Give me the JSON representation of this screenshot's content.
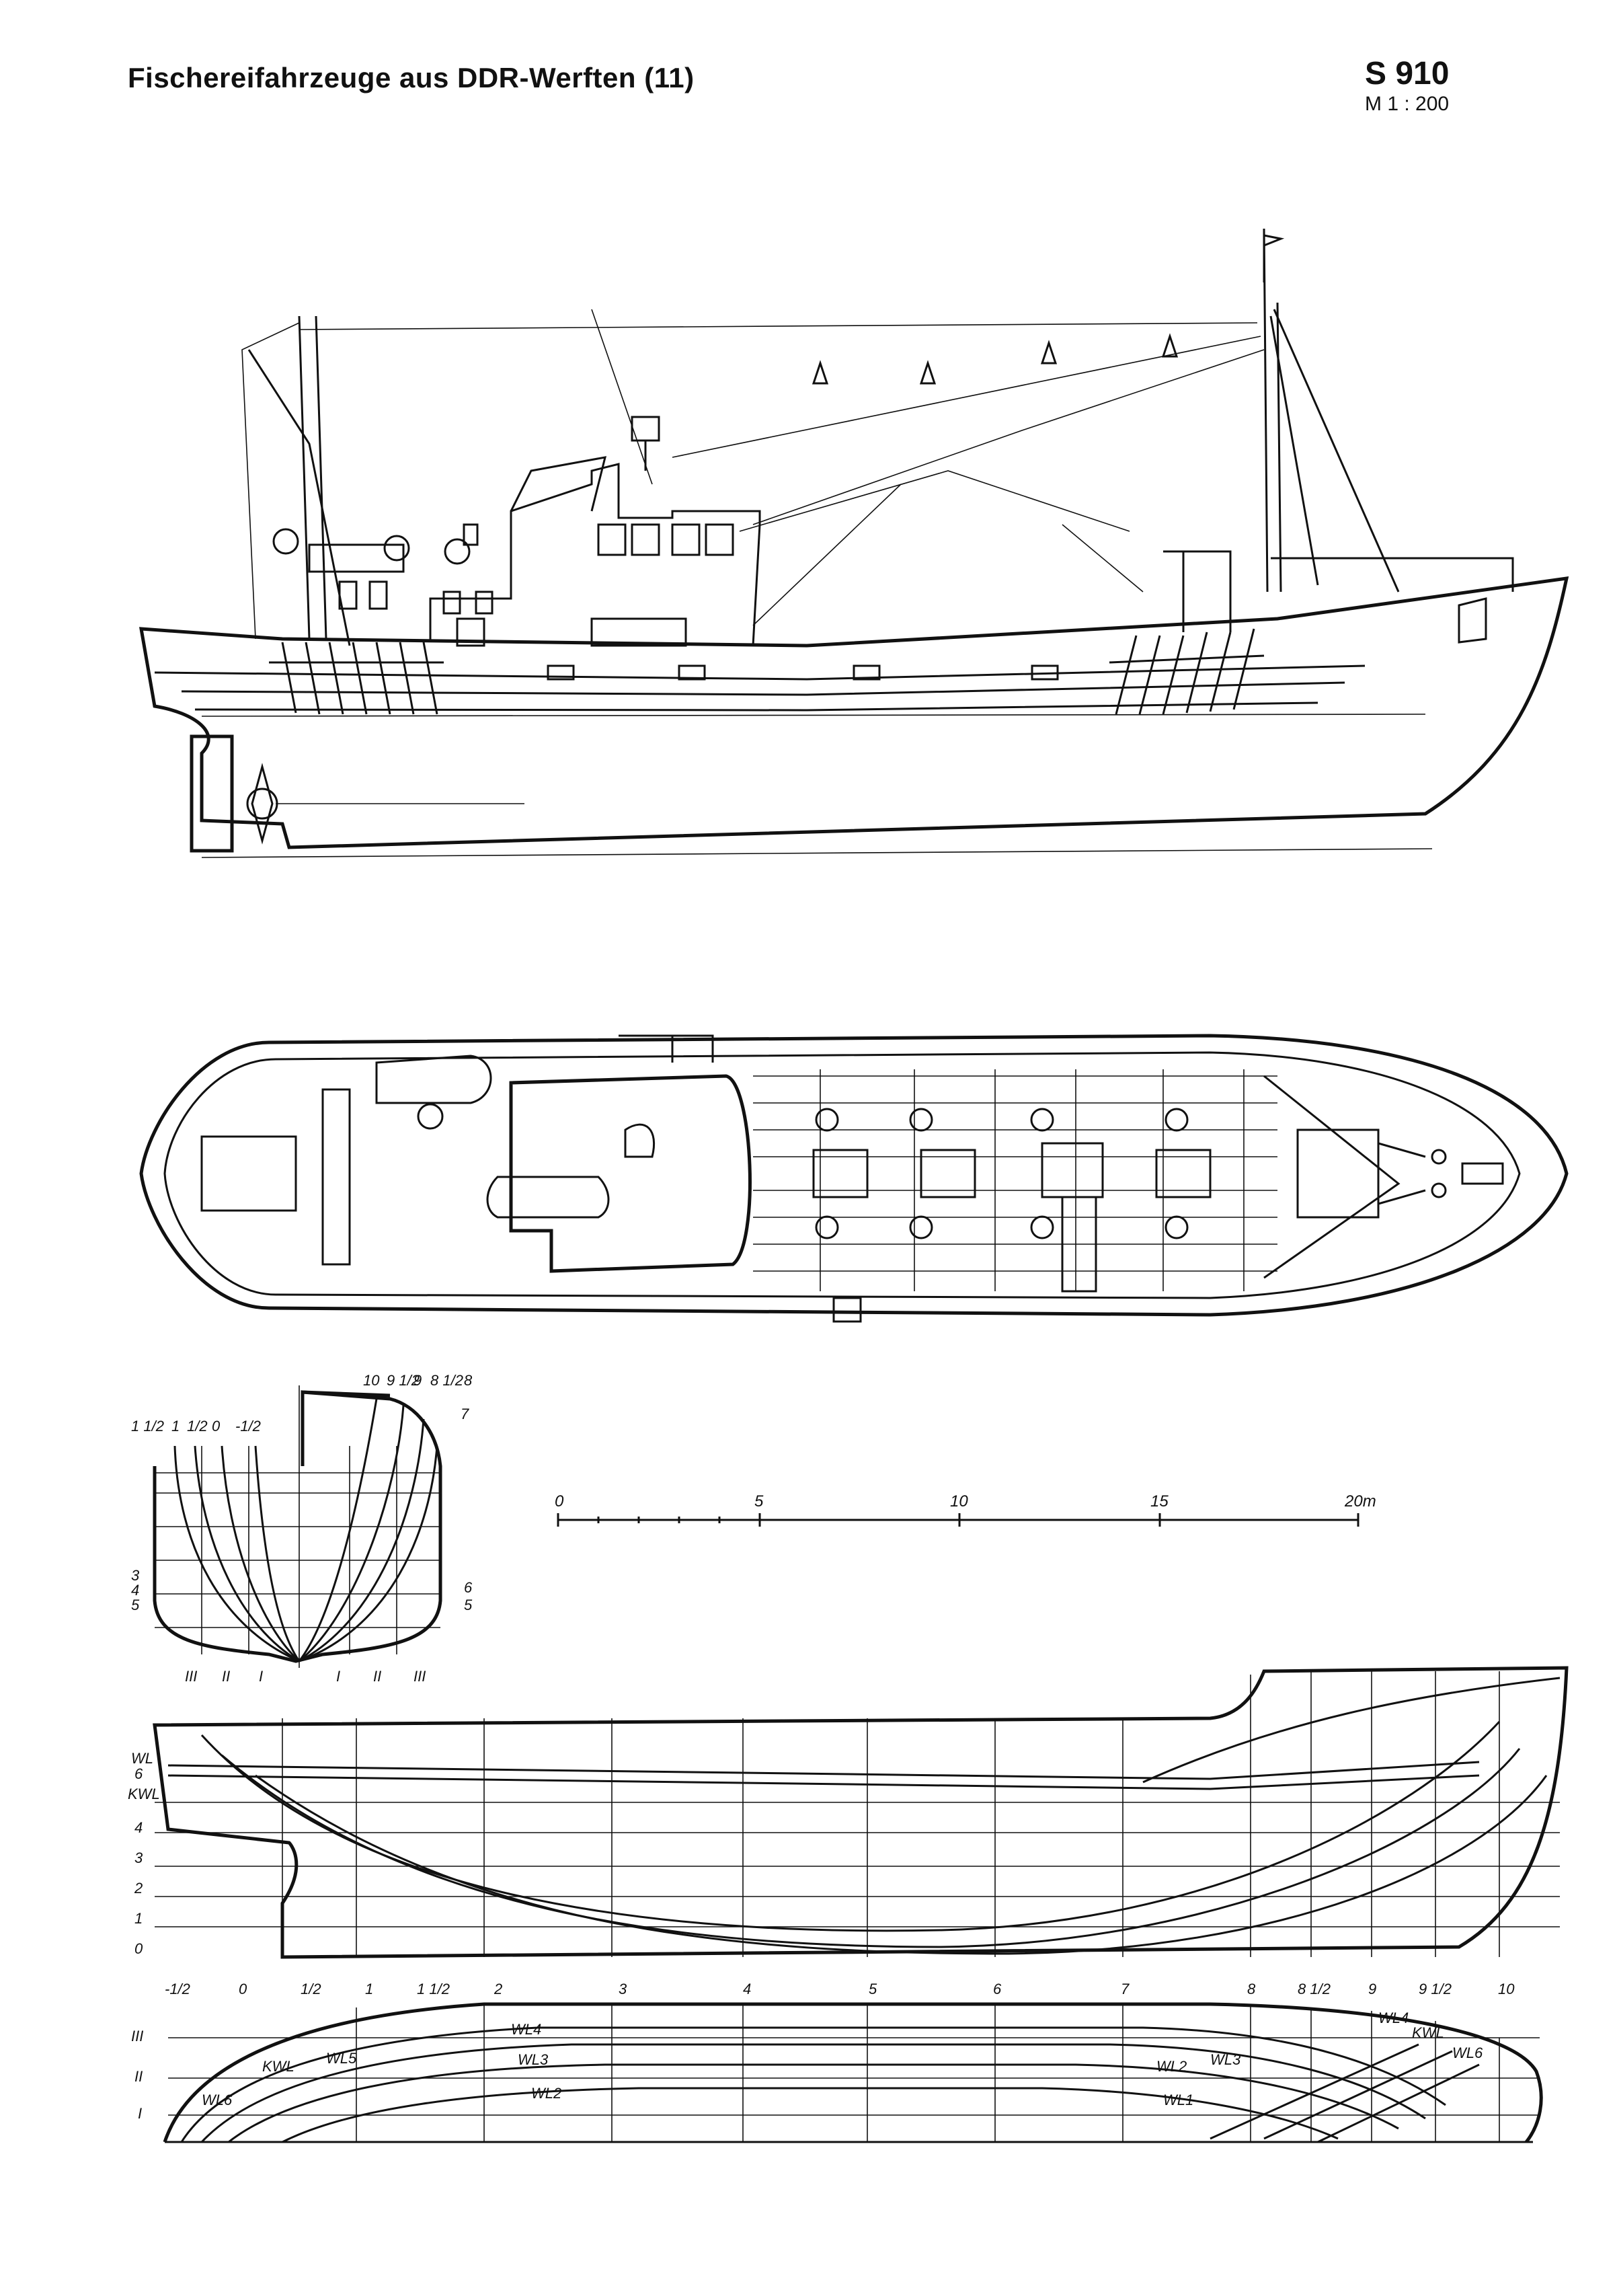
{
  "header": {
    "title": "Fischereifahrzeuge aus DDR-Werften (11)",
    "code": "S 910",
    "scale": "M 1 : 200"
  },
  "scale_bar": {
    "labels": [
      "0",
      "5",
      "10",
      "15",
      "20m"
    ]
  },
  "body_plan": {
    "top_labels": [
      "10",
      "9 1/2",
      "9",
      "8 1/2",
      "8"
    ],
    "left_top_labels": [
      "1 1/2",
      "1",
      "1/2",
      "0",
      "-1/2"
    ],
    "right_side_label": "7",
    "left_side_labels": [
      "3",
      "4",
      "5"
    ],
    "right_low_labels": [
      "6",
      "5"
    ],
    "buttock_labels": [
      "III",
      "II",
      "I",
      "I",
      "II",
      "III"
    ]
  },
  "profile_lines": {
    "wl_labels": [
      "WL",
      "6",
      "KWL",
      "4",
      "3",
      "2",
      "1",
      "0"
    ]
  },
  "stations": {
    "labels": [
      "-1/2",
      "0",
      "1/2",
      "1",
      "1 1/2",
      "2",
      "3",
      "4",
      "5",
      "6",
      "7",
      "8",
      "8 1/2",
      "9",
      "9 1/2",
      "10"
    ]
  },
  "half_breadth": {
    "buttock_labels": [
      "III",
      "II",
      "I"
    ],
    "waterline_labels_aft": [
      "WL6",
      "KWL",
      "WL5",
      "WL4",
      "WL3",
      "WL2"
    ],
    "waterline_labels_fwd": [
      "WL4",
      "KWL",
      "WL6",
      "WL2",
      "WL3",
      "WL1"
    ]
  }
}
